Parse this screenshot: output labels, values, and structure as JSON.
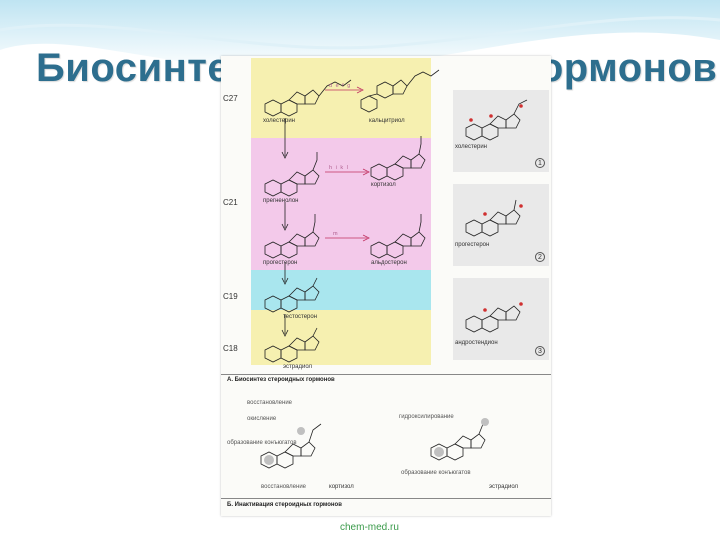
{
  "slide": {
    "title": "Биосинтез стероидных гормонов",
    "footer": "chem-med.ru"
  },
  "figure": {
    "carbon_labels": [
      "C27",
      "C21",
      "C19",
      "C18"
    ],
    "molecules_main": [
      "холестерин",
      "кальцитриол",
      "прегненолон",
      "кортизол",
      "прогестерон",
      "альдостерон",
      "тестостерон",
      "эстрадиол"
    ],
    "molecules_side": [
      "холестерин",
      "прогестерон",
      "андростендион"
    ],
    "enzyme_labels": [
      "d e f g",
      "h i k l",
      "m"
    ],
    "panel_numbers": [
      "1",
      "2",
      "3"
    ],
    "caption_a": "А. Биосинтез стероидных гормонов",
    "caption_b": "Б. Инактивация стероидных гормонов",
    "lower_left_labels": [
      "восстановление",
      "окисление",
      "образование конъюгатов",
      "восстановление"
    ],
    "lower_left_molecule": "кортизол",
    "lower_right_labels": [
      "гидроксилирование",
      "образование конъюгатов"
    ],
    "lower_right_molecule": "эстрадиол",
    "colors": {
      "title": "#2d6e8e",
      "yellow": "#f6f0b0",
      "pink": "#f3c9ea",
      "cyan": "#a9e6ee",
      "footer": "#3a9a4a"
    }
  }
}
